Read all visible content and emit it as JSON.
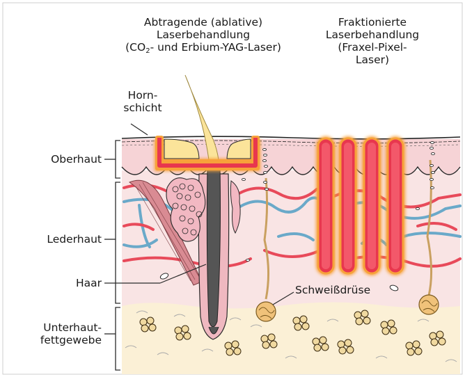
{
  "ablative": {
    "line1": "Abtragende (ablative)",
    "line2": "Laserbehandlung",
    "line3_pre": "(CO",
    "line3_sub": "2",
    "line3_post": "- und Erbium-YAG-Laser)"
  },
  "fractional": {
    "line1": "Fraktionierte",
    "line2": "Laserbehandlung",
    "line3": "(Fraxel-Pixel-",
    "line4": "Laser)"
  },
  "labels": {
    "horn_1": "Horn-",
    "horn_2": "schicht",
    "oberhaut": "Oberhaut",
    "lederhaut": "Lederhaut",
    "haar": "Haar",
    "unterhaut_1": "Unterhaut-",
    "unterhaut_2": "fettgewebe",
    "schweissdruese": "Schweißdrüse"
  },
  "colors": {
    "epidermis": "#f6d3d6",
    "dermis": "#f9e4e4",
    "subcutis": "#fbf0d6",
    "artery": "#e84a5a",
    "vein": "#6aa9c9",
    "laser_core": "#e8374e",
    "laser_glow": "#f7a23a",
    "fat_cells": "#f0d9a0",
    "horn_layer": "#fbe49a"
  }
}
